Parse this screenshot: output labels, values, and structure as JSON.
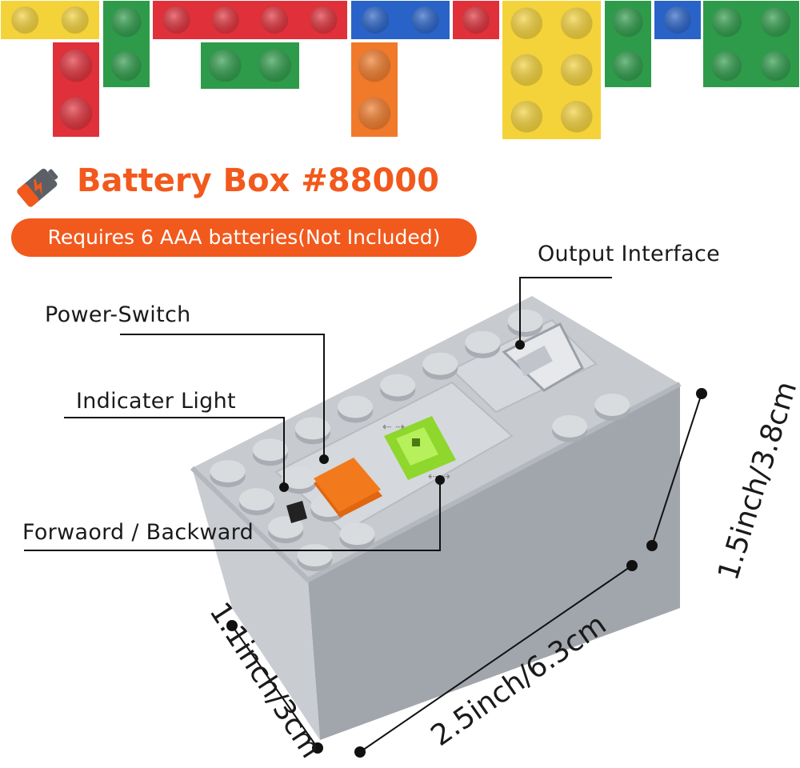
{
  "product": {
    "title": "Battery Box #88000",
    "requirement": "Requires 6 AAA batteries(Not Included)"
  },
  "callouts": {
    "output_interface": "Output Interface",
    "power_switch": "Power-Switch",
    "indicator_light": "Indicater Light",
    "forward_backward": "Forwaord / Backward"
  },
  "dimensions": {
    "height": "1.5inch/3.8cm",
    "length": "2.5inch/6.3cm",
    "width": "1.1inch/3cm"
  },
  "icons": {
    "title_icon": "battery-charge-icon"
  },
  "colors": {
    "accent": "#f2591c",
    "brick_red": "#e0303a",
    "brick_green": "#2e9b4a",
    "brick_blue": "#2a63c8",
    "brick_yellow": "#f4d23a",
    "brick_orange": "#f07a2a",
    "box_grey": "#9ea3aa",
    "switch_orange": "#f27a1c",
    "switch_green": "#9be23a"
  }
}
